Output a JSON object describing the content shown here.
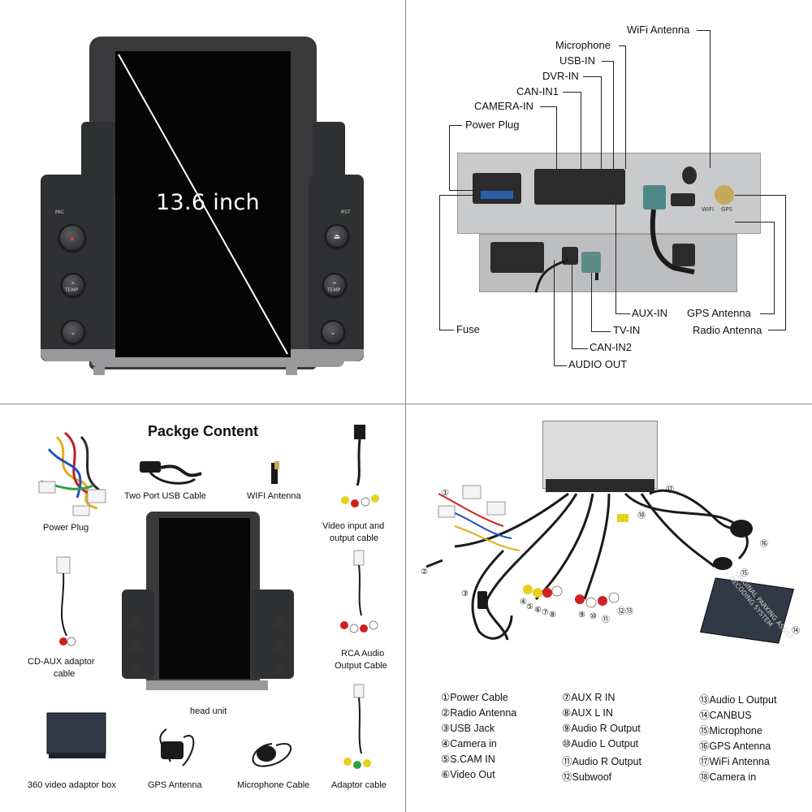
{
  "quadrant_front": {
    "size_label": "13.6 inch",
    "left_buttons": [
      "MIC",
      "TEMP",
      ""
    ],
    "right_buttons": [
      "RST",
      "TEMP",
      ""
    ]
  },
  "quadrant_rear": {
    "labels_top": [
      "WiFi Antenna",
      "Microphone",
      "USB-IN",
      "DVR-IN",
      "CAN-IN1",
      "CAMERA-IN",
      "Power Plug"
    ],
    "labels_bottom": [
      "Fuse",
      "AUX-IN",
      "TV-IN",
      "CAN-IN2",
      "AUDIO OUT",
      "GPS Antenna",
      "Radio Antenna"
    ],
    "chassis_marks": [
      "WIFI",
      "GPS"
    ]
  },
  "quadrant_package": {
    "title": "Packge Content",
    "items": {
      "power_plug": "Power Plug",
      "usb_cable": "Two Port USB Cable",
      "wifi_antenna": "WIFI Antenna",
      "video_cable_1": "Video input and",
      "video_cable_2": "output cable",
      "cd_aux_1": "CD-AUX adaptor",
      "cd_aux_2": "cable",
      "head_unit": "head unit",
      "rca_1": "RCA Audio",
      "rca_2": "Output Cable",
      "adaptor_box": "360 video adaptor box",
      "gps_antenna": "GPS Antenna",
      "microphone": "Microphone Cable",
      "adaptor_cable": "Adaptor cable"
    }
  },
  "quadrant_wiring": {
    "box_text": "ORIGINAL PARKING ASSIST DECODING SYSTEM",
    "legend_col1": [
      "①Power Cable",
      "②Radio Antenna",
      "③USB Jack",
      "④Camera in",
      "⑤S.CAM IN",
      "⑥Video Out"
    ],
    "legend_col2": [
      "⑦AUX R IN",
      "⑧AUX L IN",
      "⑨Audio R Output",
      "⑩Audio L Output",
      "⑪Audio R Output",
      "⑫Subwoof"
    ],
    "legend_col3": [
      "⑬Audio L Output",
      "⑭CANBUS",
      "⑮Microphone",
      "⑯GPS Antenna",
      "⑰WiFi Antenna",
      "⑱Camera in"
    ],
    "markers": [
      "①",
      "②",
      "③",
      "④",
      "⑤",
      "⑥",
      "⑦",
      "⑧",
      "⑨",
      "⑩",
      "⑪",
      "⑫",
      "⑬",
      "⑭",
      "⑮",
      "⑯",
      "⑰",
      "⑱"
    ]
  }
}
